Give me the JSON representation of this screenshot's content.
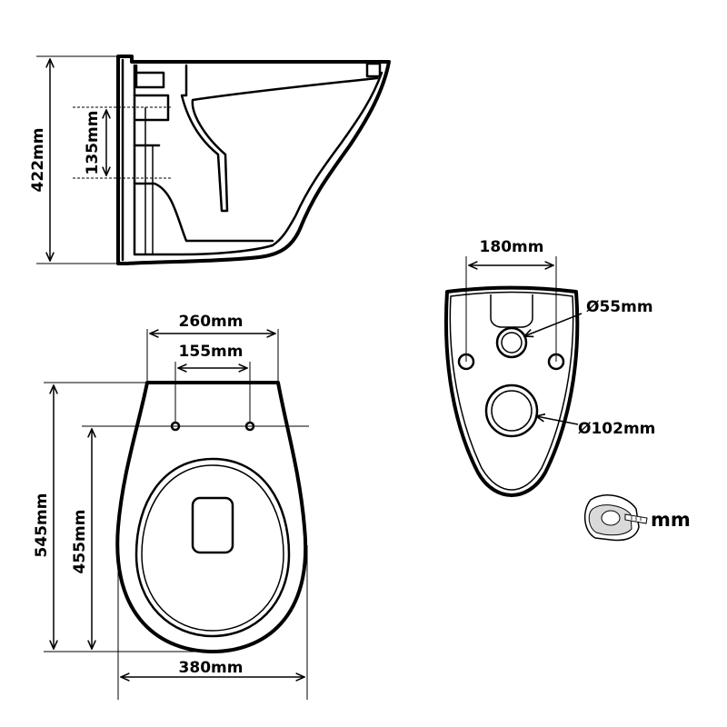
{
  "side_view": {
    "height": "422mm",
    "flush_range": "135mm"
  },
  "top_view": {
    "outer_width": "260mm",
    "inner_width": "155mm",
    "length": "545mm",
    "hole_length": "455mm",
    "bowl_width": "380mm"
  },
  "back_view": {
    "hole_spacing": "180mm",
    "inlet_diameter": "Ø55mm",
    "outlet_diameter": "Ø102mm"
  },
  "unit_badge": {
    "icon": "tape-measure-icon",
    "label": "mm"
  }
}
